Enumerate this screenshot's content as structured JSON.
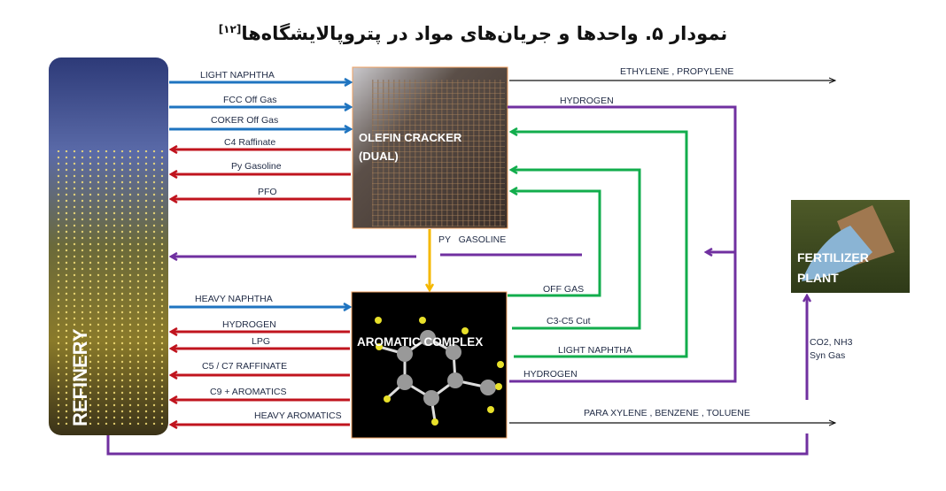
{
  "title": {
    "text": "نمودار ۵. واحدها و جریان‌های مواد در پتروپالایشگاه‌ها",
    "ref": "[۱۲]"
  },
  "units": {
    "refinery": "REFINERY",
    "olefin_line1": "OLEFIN CRACKER",
    "olefin_line2": "(DUAL)",
    "aromatic": "AROMATIC COMPLEX",
    "fertilizer_line1": "FERTILIZER",
    "fertilizer_line2": "PLANT"
  },
  "streams_left": {
    "light_naphtha": "LIGHT NAPHTHA",
    "fcc_off_gas": "FCC Off Gas",
    "coker_off_gas": "COKER Off Gas",
    "c4_raffinate": "C4 Raffinate",
    "py_gasoline": "Py Gasoline",
    "pfo": "PFO",
    "heavy_naphtha": "HEAVY NAPHTHA",
    "hydrogen": "HYDROGEN",
    "lpg": "LPG",
    "c5_c7_raffinate": "C5 / C7 RAFFINATE",
    "c9_aromatics": "C9 + AROMATICS",
    "heavy_aromatics": "HEAVY AROMATICS"
  },
  "streams_right": {
    "ethylene_propylene": "ETHYLENE , PROPYLENE",
    "hydrogen_top": "HYDROGEN",
    "py_gasoline": "PY   GASOLINE",
    "off_gas": "OFF GAS",
    "c3_c5_cut": "C3-C5 Cut",
    "light_naphtha": "LIGHT NAPHTHA",
    "hydrogen_bottom": "HYDROGEN",
    "aromatics_out": "PARA XYLENE , BENZENE , TOLUENE",
    "fertilizer_feed_1": "CO2, NH3",
    "fertilizer_feed_2": "Syn Gas"
  },
  "colors": {
    "blue": "#1f74c0",
    "red": "#c0141e",
    "purple": "#7030a0",
    "green": "#12ad4c",
    "yellow": "#f5b800",
    "black": "#111111"
  }
}
